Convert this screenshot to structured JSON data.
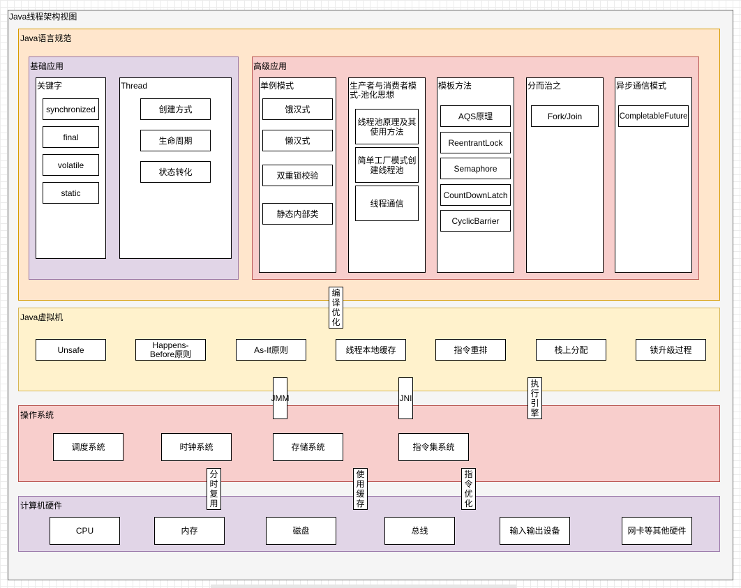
{
  "diagram": {
    "title": "Java线程架构视图",
    "java_spec": {
      "title": "Java语言规范",
      "basic": {
        "title": "基础应用",
        "keywords": {
          "title": "关键字",
          "items": [
            "synchronized",
            "final",
            "volatile",
            "static"
          ]
        },
        "thread": {
          "title": "Thread",
          "items": [
            "创建方式",
            "生命周期",
            "状态转化"
          ]
        }
      },
      "advanced": {
        "title": "高级应用",
        "singleton": {
          "title": "单例模式",
          "items": [
            "饿汉式",
            "懒汉式",
            "双重锁校验",
            "静态内部类"
          ]
        },
        "producer": {
          "title": "生产者与消费者模式-池化思想",
          "items": [
            "线程池原理及其使用方法",
            "简单工厂模式创建线程池",
            "线程通信"
          ]
        },
        "template": {
          "title": "模板方法",
          "items": [
            "AQS原理",
            "ReentrantLock",
            "Semaphore",
            "CountDownLatch",
            "CyclicBarrier"
          ]
        },
        "divide": {
          "title": "分而治之",
          "items": [
            "Fork/Join"
          ]
        },
        "async": {
          "title": "异步通信模式",
          "items": [
            "CompletableFuture"
          ]
        }
      }
    },
    "jvm": {
      "title": "Java虚拟机",
      "items": [
        "Unsafe",
        "Happens-Before原则",
        "As-If原则",
        "线程本地缓存",
        "指令重排",
        "栈上分配",
        "锁升级过程"
      ]
    },
    "os": {
      "title": "操作系统",
      "items": [
        "调度系统",
        "时钟系统",
        "存储系统",
        "指令集系统"
      ]
    },
    "hardware": {
      "title": "计算机硬件",
      "items": [
        "CPU",
        "内存",
        "磁盘",
        "总线",
        "输入输出设备",
        "网卡等其他硬件"
      ]
    },
    "connectors": {
      "compile": "编译优化",
      "jmm": "JMM",
      "jni": "JNI",
      "engine": "执行引擎",
      "time_sharing": "分时复用",
      "use_cache": "使用缓存",
      "instruction_opt": "指令优化"
    }
  }
}
